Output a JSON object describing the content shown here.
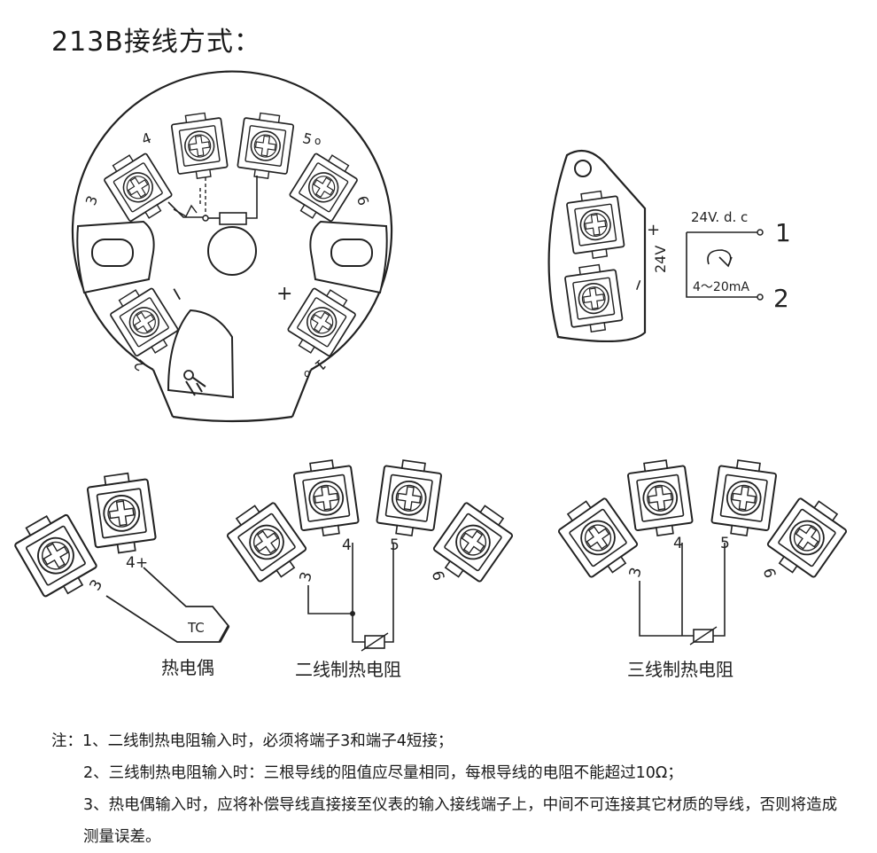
{
  "title": "213B接线方式：",
  "head": {
    "terminals": [
      "1",
      "2",
      "3",
      "4",
      "5",
      "6"
    ],
    "plus": "+",
    "minus": "−"
  },
  "loop": {
    "supply": "24V",
    "supply_plus": "+",
    "supply_minus": "−",
    "voltage": "24V. d. c",
    "current": "4～20mA",
    "out1": "1",
    "out2": "2"
  },
  "thermocouple": {
    "caption": "热电偶",
    "t3": "3",
    "t4": "4+",
    "tc": "TC"
  },
  "two_wire": {
    "caption": "二线制热电阻",
    "terminals": [
      "3",
      "4",
      "5",
      "6"
    ]
  },
  "three_wire": {
    "caption": "三线制热电阻",
    "terminals": [
      "3",
      "4",
      "5",
      "6"
    ]
  },
  "notes": [
    "注：1、二线制热电阻输入时，必须将端子3和端子4短接；",
    "2、三线制热电阻输入时：三根导线的阻值应尽量相同，每根导线的电阻不能超过10Ω；",
    "3、热电偶输入时，应将补偿导线直接接至仪表的输入接线端子上，中间不可连接其它材质的导线，否则将造成测量误差。"
  ]
}
